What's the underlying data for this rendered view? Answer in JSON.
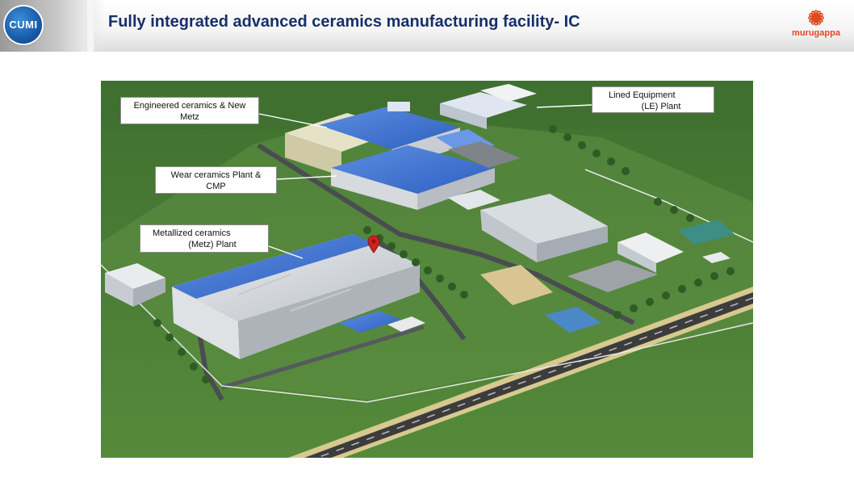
{
  "header": {
    "logo_text": "CUMI",
    "title": "Fully integrated advanced ceramics manufacturing facility- IC",
    "group_logo_text": "murugappa"
  },
  "image": {
    "marker_icon": "map-pin-icon",
    "callouts": [
      {
        "line1": "Engineered ceramics & New",
        "line2": "Metz"
      },
      {
        "line1": "Wear ceramics Plant &",
        "line2": "CMP"
      },
      {
        "line1": "Metallized ceramics",
        "line2": "(Metz)  Plant"
      },
      {
        "line1": "Lined Equipment",
        "line2": "(LE)  Plant"
      }
    ]
  }
}
